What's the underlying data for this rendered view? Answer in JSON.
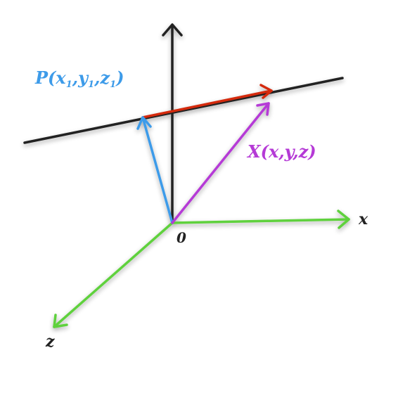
{
  "labels": {
    "origin": "0",
    "x_axis": "x",
    "z_axis": "z",
    "point_p": {
      "letter": "P",
      "open": "(",
      "x": "x",
      "y": "y",
      "z": "z",
      "sub": "1",
      "sep": ",",
      "close": ")"
    },
    "point_x": "X(x,y,z)"
  },
  "colors": {
    "axis_dark": "#222222",
    "axis_green": "#5fd13c",
    "vector_blue": "#3d9be9",
    "vector_purple": "#b53ad6",
    "vector_red": "#d42a10",
    "label_blue": "#3d9be9",
    "label_purple": "#b53ad6",
    "label_dark": "#222222"
  }
}
